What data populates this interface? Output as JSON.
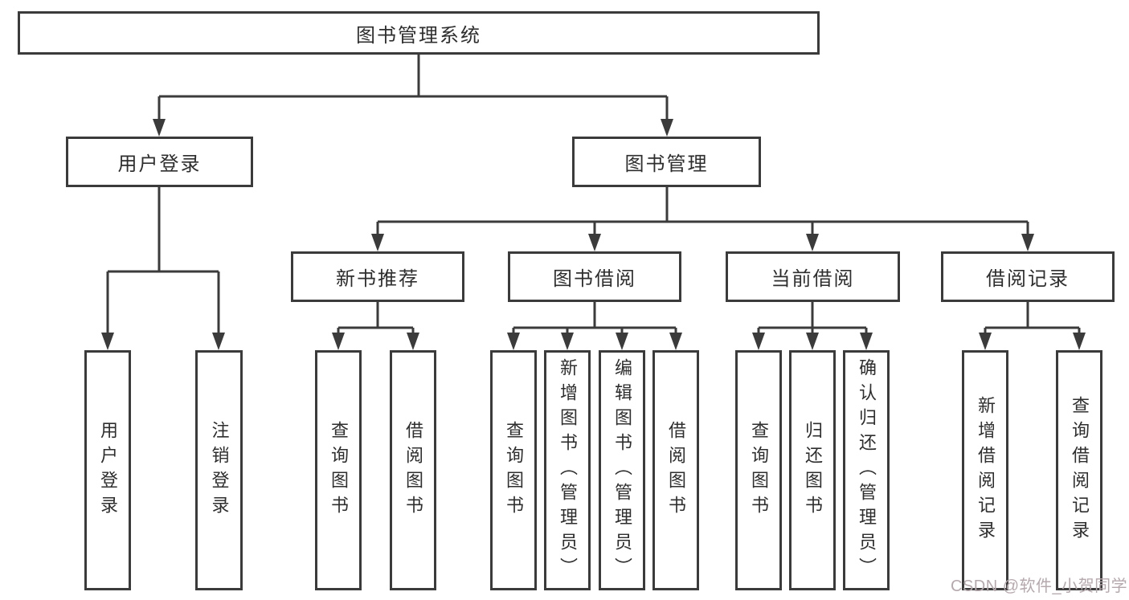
{
  "colors": {
    "line": "#3b3b3b",
    "text": "#2e2e2e",
    "box_background": "#ffffff",
    "watermark": "#b6a9ad"
  },
  "watermark": {
    "text": "CSDN @软件_小贺同学"
  },
  "diagram": {
    "root": "图书管理系统",
    "branches": {
      "login": {
        "label": "用户登录",
        "children": [
          "用户登录",
          "注销登录"
        ]
      },
      "management": {
        "label": "图书管理",
        "sections": [
          {
            "label": "新书推荐",
            "children": [
              "查询图书",
              "借阅图书"
            ]
          },
          {
            "label": "图书借阅",
            "children": [
              "查询图书",
              "新增图书（管理员）",
              "编辑图书（管理员）",
              "借阅图书"
            ]
          },
          {
            "label": "当前借阅",
            "children": [
              "查询图书",
              "归还图书",
              "确认归还（管理员）"
            ]
          },
          {
            "label": "借阅记录",
            "children": [
              "新增借阅记录",
              "查询借阅记录"
            ]
          }
        ]
      }
    }
  }
}
